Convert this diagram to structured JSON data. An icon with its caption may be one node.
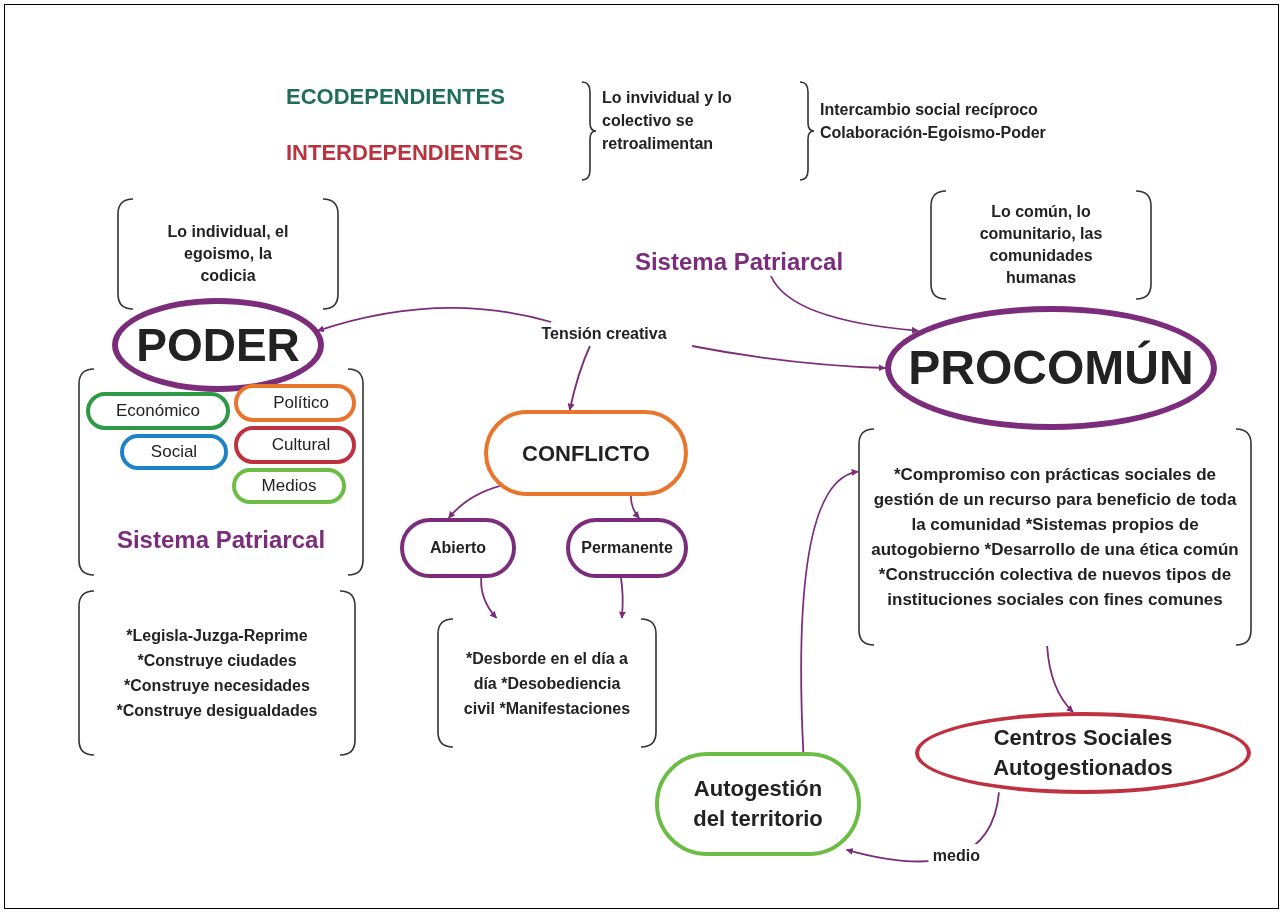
{
  "diagram": {
    "nodes": [
      {
        "text": [
          "Lo individual, el egoismo, la codicia"
        ]
      },
      {
        "text": [
          "PODER"
        ]
      },
      {
        "text": [
          "Sistema Patriarcal"
        ]
      },
      {
        "text": [
          "Económico"
        ],
        "in": 2
      },
      {
        "text": [
          "Político"
        ],
        "in": 2
      },
      {
        "text": [
          "Cultural"
        ],
        "in": 2
      },
      {
        "text": [
          "Social"
        ],
        "in": 2
      },
      {
        "text": [
          "Medios"
        ],
        "in": 2
      },
      {
        "text": [
          "*Legisla-Juzga-Reprime *Construye ciudades *Construye necesidades *Construye desigualdades"
        ]
      },
      {
        "text": [
          "Tensión creativa"
        ]
      },
      {
        "text": [
          "CONFLICTO"
        ]
      },
      {
        "text": [
          "Abierto"
        ]
      },
      {
        "text": [
          "Permanente"
        ]
      },
      {
        "text": [
          "*Desborde en el día a día *Desobediencia civil *Manifestaciones"
        ]
      },
      {
        "text": [
          "Sistema Patriarcal"
        ]
      },
      {
        "text": [
          "Lo común, lo comunitario, las comunidades humanas"
        ]
      },
      {
        "text": [
          "PROCOMÚN"
        ]
      },
      {
        "text": [
          "*Compromiso con prácticas sociales de gestión de un recurso para beneficio de toda la comunidad *Sistemas propios de autogobierno *Desarrollo de una ética común *Construcción colectiva de nuevos tipos de instituciones sociales con fines comunes"
        ]
      },
      {
        "text": [
          "Centros Sociales Autogestionados"
        ]
      },
      {
        "text": [
          "Autogestión del territorio"
        ]
      }
    ],
    "edges": [
      {
        "from": 9,
        "to": 1,
        "arrow": "to"
      },
      {
        "from": 9,
        "to": 16,
        "arrow": "to"
      },
      {
        "from": 9,
        "to": 10,
        "arrow": "to"
      },
      {
        "from": 14,
        "to": 16,
        "arrow": "to"
      },
      {
        "from": 10,
        "to": 11,
        "arrow": "to"
      },
      {
        "from": 10,
        "to": 12,
        "arrow": "to"
      },
      {
        "from": 11,
        "to": 13,
        "arrow": "to"
      },
      {
        "from": 12,
        "to": 13,
        "arrow": "to"
      },
      {
        "from": 17,
        "to": 18,
        "arrow": "to"
      },
      {
        "from": 18,
        "to": 19,
        "arrow": "to",
        "label": "medio"
      },
      {
        "from": 19,
        "to": 17,
        "arrow": "to"
      }
    ],
    "labels": [
      "ECODEPENDIENTES",
      "INTERDEPENDIENTES",
      "Lo invividual y lo colectivo se retroalimentan",
      "Intercambio social recíproco Colaboración-Egoismo-Poder"
    ]
  }
}
